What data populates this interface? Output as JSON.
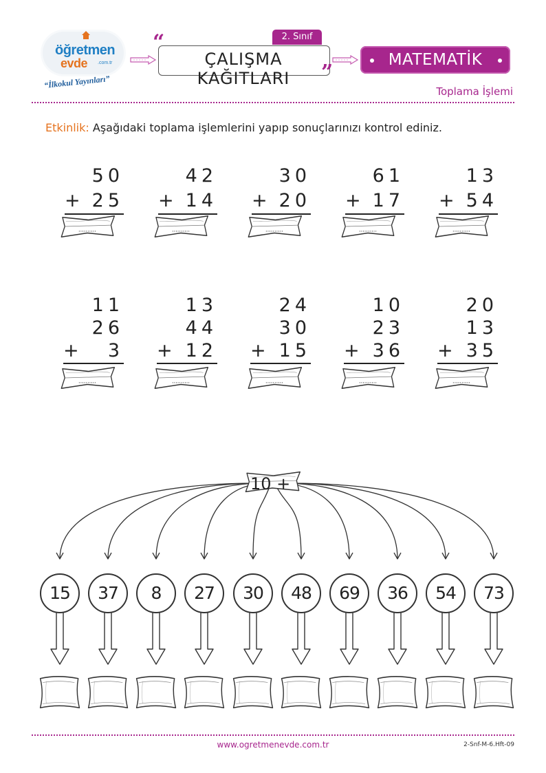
{
  "header": {
    "logo_top": "öğretmen",
    "logo_bottom": "evde",
    "logo_domain": ".com.tr",
    "logo_tagline": "“İlkokul Yayınları”",
    "grade": "2. Sınıf",
    "title": "ÇALIŞMA KAĞITLARI",
    "subject": "MATEMATİK",
    "topic": "Toplama İşlemi",
    "accent_color": "#a7268d",
    "orange_color": "#e5731f",
    "blue_color": "#1f7fc4"
  },
  "activity": {
    "label": "Etkinlik:",
    "text": "Aşağıdaki toplama işlemlerini yapıp sonuçlarınızı kontrol ediniz."
  },
  "row1": [
    {
      "a": "50",
      "b": "25"
    },
    {
      "a": "42",
      "b": "14"
    },
    {
      "a": "30",
      "b": "20"
    },
    {
      "a": "61",
      "b": "17"
    },
    {
      "a": "13",
      "b": "54"
    }
  ],
  "row2": [
    {
      "a": "11",
      "b": "26",
      "c": "3"
    },
    {
      "a": "13",
      "b": "44",
      "c": "12"
    },
    {
      "a": "24",
      "b": "30",
      "c": "15"
    },
    {
      "a": "10",
      "b": "23",
      "c": "36"
    },
    {
      "a": "20",
      "b": "13",
      "c": "35"
    }
  ],
  "plus_sign": "+",
  "answer_dots": "..........",
  "root": "10 +",
  "circles": [
    "15",
    "37",
    "8",
    "27",
    "30",
    "48",
    "69",
    "36",
    "54",
    "73"
  ],
  "footer": {
    "url": "www.ogretmenevde.com.tr",
    "code": "2-Snf-M-6.Hft-09"
  }
}
